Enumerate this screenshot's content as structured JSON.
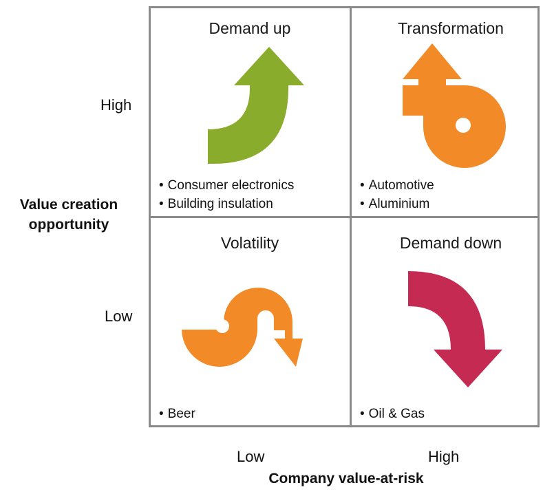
{
  "y_axis": {
    "title_line1": "Value creation",
    "title_line2": "opportunity",
    "high_label": "High",
    "low_label": "Low"
  },
  "x_axis": {
    "title": "Company value-at-risk",
    "low_label": "Low",
    "high_label": "High"
  },
  "quadrants": {
    "top_left": {
      "title": "Demand up",
      "items": [
        "Consumer electronics",
        "Building insulation"
      ],
      "arrow_color": "#8aac2d"
    },
    "top_right": {
      "title": "Transformation",
      "items": [
        "Automotive",
        "Aluminium"
      ],
      "arrow_color": "#f28a28"
    },
    "bottom_left": {
      "title": "Volatility",
      "items": [
        "Beer"
      ],
      "arrow_color": "#f28a28"
    },
    "bottom_right": {
      "title": "Demand down",
      "items": [
        "Oil & Gas"
      ],
      "arrow_color": "#c42a52"
    }
  },
  "colors": {
    "grid_line": "#8a8a8a",
    "text": "#111111"
  }
}
